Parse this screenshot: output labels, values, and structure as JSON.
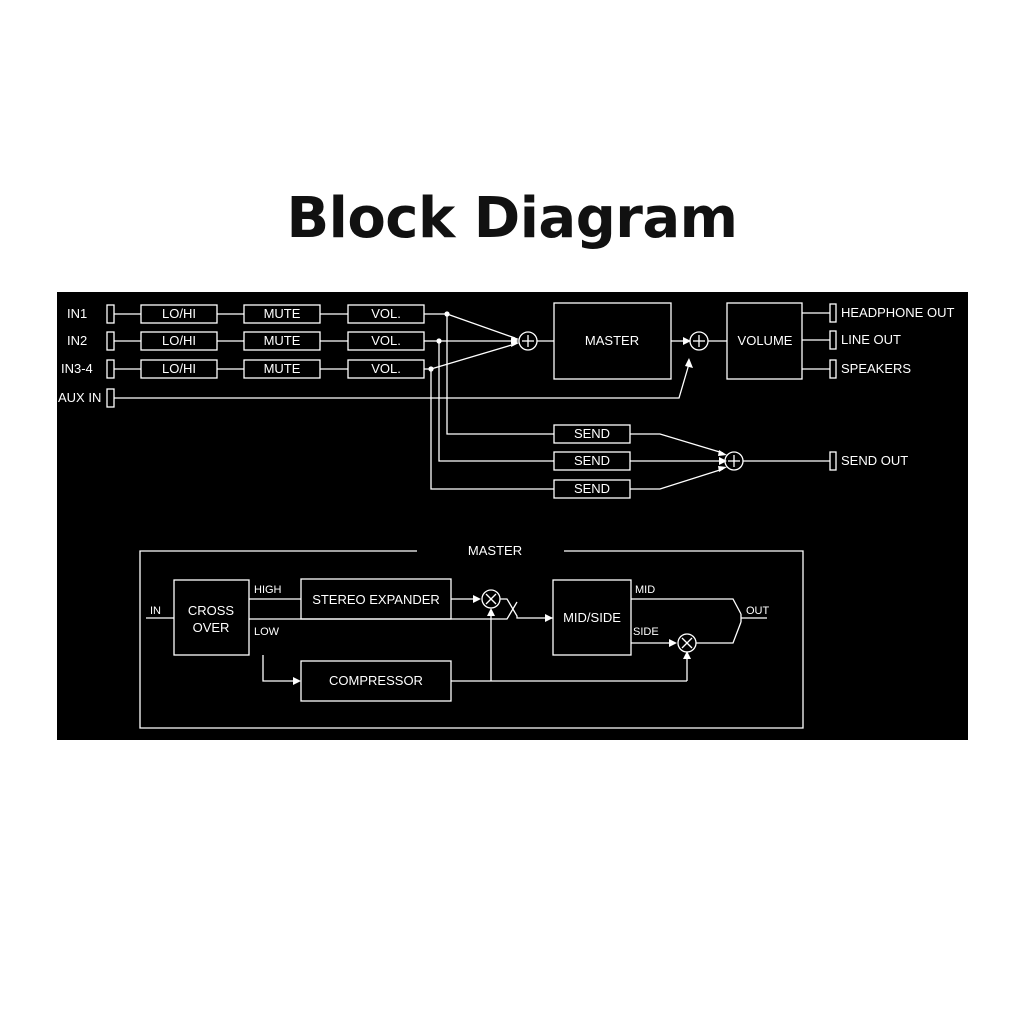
{
  "title": "Block Diagram",
  "inputs": [
    "IN1",
    "IN2",
    "IN3-4",
    "AUX IN"
  ],
  "channel_blocks": {
    "eq": "LO/HI",
    "mute": "MUTE",
    "vol": "VOL."
  },
  "master_block": "MASTER",
  "volume_block": "VOLUME",
  "outputs": [
    "HEADPHONE OUT",
    "LINE OUT",
    "SPEAKERS"
  ],
  "send_block": "SEND",
  "send_out": "SEND OUT",
  "master_detail": {
    "frame_label": "MASTER",
    "in_label": "IN",
    "crossover_line1": "CROSS",
    "crossover_line2": "OVER",
    "high_label": "HIGH",
    "low_label": "LOW",
    "stereo_expander": "STEREO EXPANDER",
    "compressor": "COMPRESSOR",
    "mid_side": "MID/SIDE",
    "mid_label": "MID",
    "side_label": "SIDE",
    "out_label": "OUT"
  },
  "colors": {
    "background": "#000000",
    "line": "#ffffff",
    "page": "#ffffff"
  }
}
